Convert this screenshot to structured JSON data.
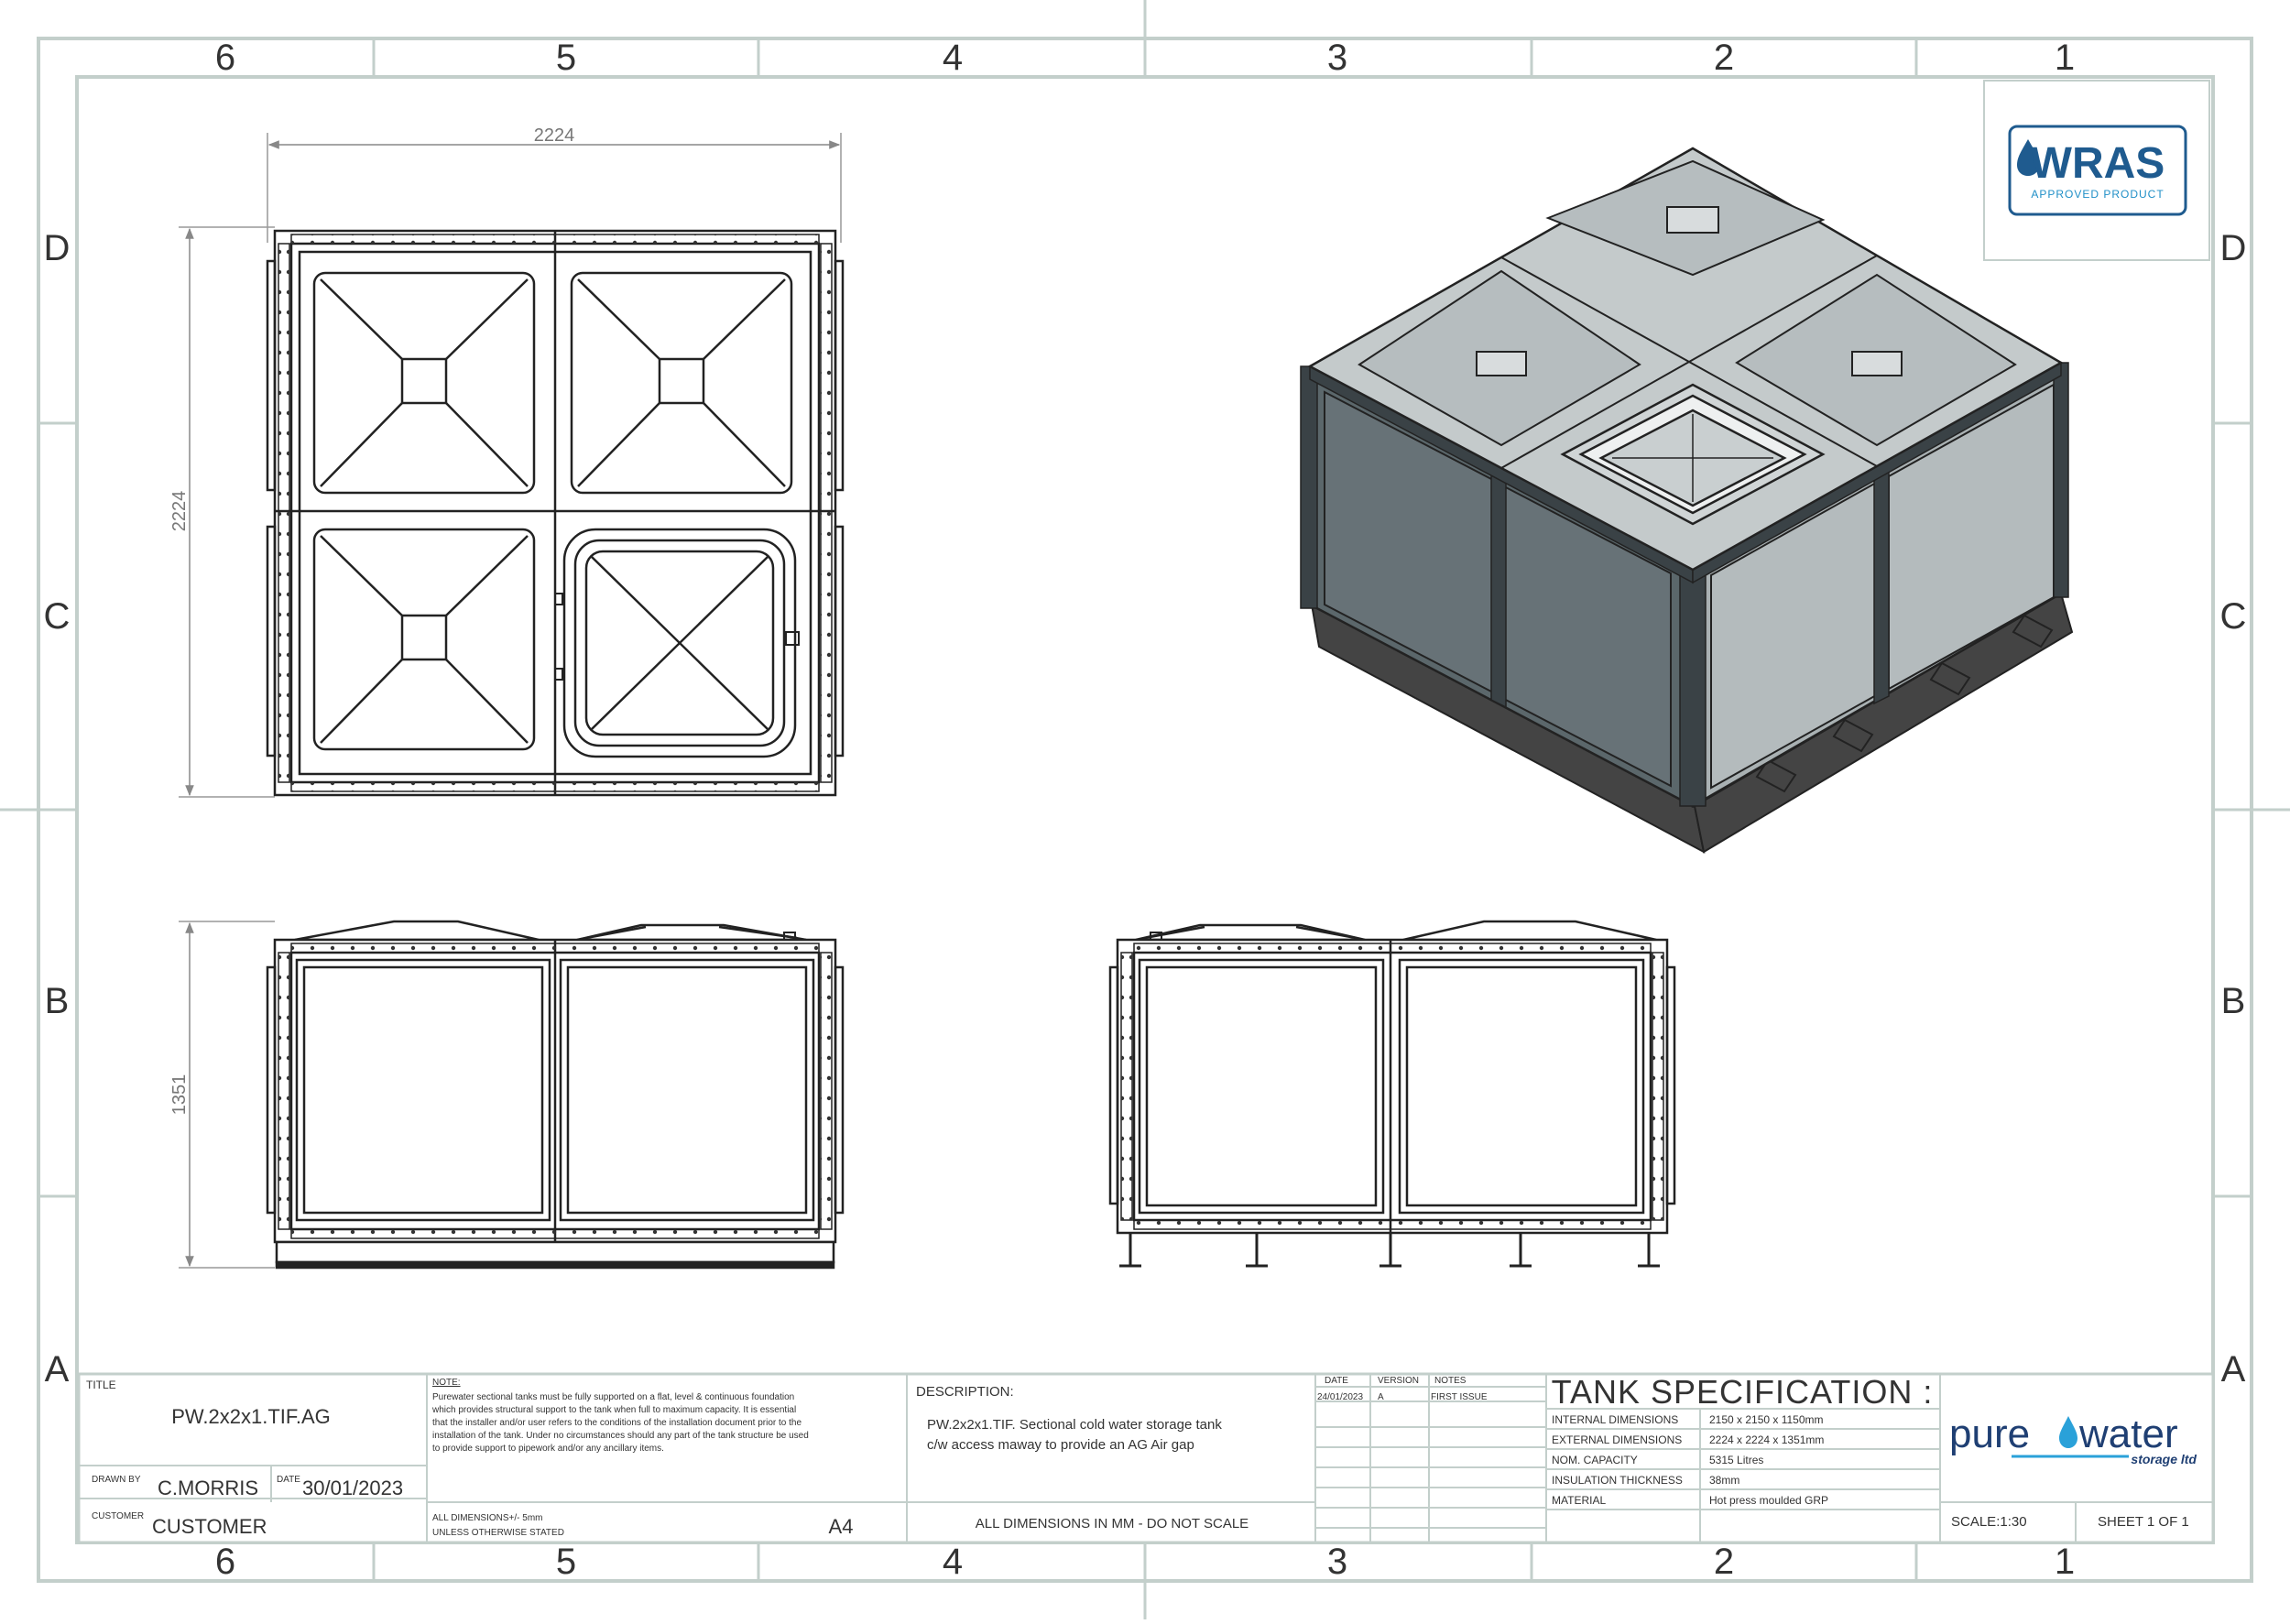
{
  "zones": {
    "columns": [
      "6",
      "5",
      "4",
      "3",
      "2",
      "1"
    ],
    "rows": [
      "D",
      "C",
      "B",
      "A"
    ]
  },
  "dimensions": {
    "plan_width": "2224",
    "plan_depth": "2224",
    "height": "1351"
  },
  "wras": {
    "brand": "WRAS",
    "tagline": "APPROVED PRODUCT"
  },
  "title_block": {
    "title_label": "TITLE",
    "title": "PW.2x2x1.TIF.AG",
    "drawn_by_label": "DRAWN BY",
    "drawn_by": "C.MORRIS",
    "date_label": "DATE",
    "date": "30/01/2023",
    "customer_label": "CUSTOMER",
    "customer": "CUSTOMER",
    "note_label": "NOTE:",
    "note_lines": [
      "Purewater sectional tanks must be fully supported on a flat, level & continuous foundation",
      "which provides structural support to the tank when full to maximum capacity. It is essential",
      "that the installer and/or user refers to the conditions of the installation document prior to the",
      "installation of the tank. Under no circumstances should any part of the tank structure be used",
      "to provide support to pipework and/or any ancillary items."
    ],
    "tolerance_line1": "ALL DIMENSIONS+/- 5mm",
    "tolerance_line2": "UNLESS OTHERWISE STATED",
    "sheet_size": "A4",
    "description_label": "DESCRIPTION:",
    "description_line1": "PW.2x2x1.TIF. Sectional cold water storage tank",
    "description_line2": "c/w access maway to provide an AG Air gap",
    "scale_note": "ALL DIMENSIONS IN MM - DO NOT SCALE",
    "revision_headers": [
      "DATE",
      "VERSION",
      "NOTES"
    ],
    "revisions": [
      {
        "date": "24/01/2023",
        "version": "A",
        "notes": "FIRST ISSUE"
      }
    ],
    "spec_title": "TANK SPECIFICATION :",
    "specs": [
      {
        "label": "INTERNAL DIMENSIONS",
        "value": "2150 x 2150 x 1150mm"
      },
      {
        "label": "EXTERNAL DIMENSIONS",
        "value": "2224 x 2224 x 1351mm"
      },
      {
        "label": "NOM. CAPACITY",
        "value": "5315 Litres"
      },
      {
        "label": "INSULATION THICKNESS",
        "value": "38mm"
      },
      {
        "label": "MATERIAL",
        "value": "Hot press moulded GRP"
      }
    ],
    "brand_word1": "pure",
    "brand_word2": "water",
    "brand_sub": "storage ltd",
    "scale": "SCALE:1:30",
    "sheet": "SHEET 1 OF 1"
  }
}
